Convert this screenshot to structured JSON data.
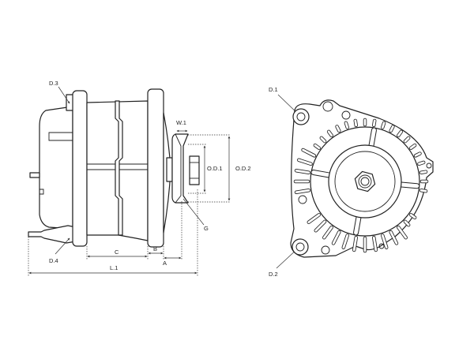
{
  "labels": {
    "d1": "D.1",
    "d2": "D.2",
    "d3": "D.3",
    "d4": "D.4",
    "w1": "W.1",
    "od1": "O.D.1",
    "od2": "O.D.2",
    "g": "G",
    "a": "A",
    "b": "B",
    "c": "C",
    "l1": "L.1"
  }
}
